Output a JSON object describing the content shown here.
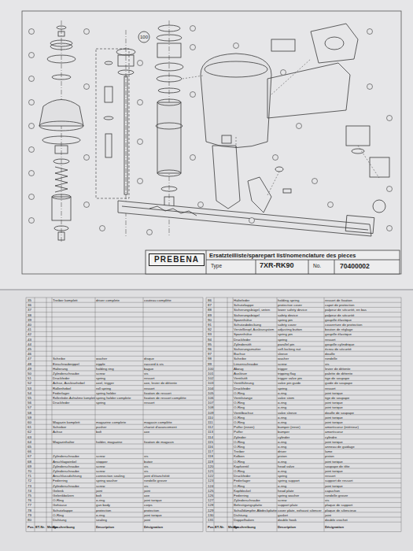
{
  "diagram": {
    "title": "Ersatzteilliste/sparepart list/nomenclature des pieces",
    "nodes": [
      {
        "text": [
          "PREBENA"
        ]
      }
    ],
    "labels": [
      "Type",
      "7XR-RK90",
      "No.",
      "70400002",
      "100",
      "35",
      "Treiber komplett",
      "driver complete",
      "couteau complète",
      "36",
      "37",
      "38",
      "39",
      "40",
      "41",
      "42",
      "43",
      "44",
      "45",
      "46",
      "47",
      "Scheibe",
      "washer",
      "disque",
      "48",
      "Einschraubnippel",
      "nipple",
      "raccord à vis",
      "49",
      "Halterung",
      "holding ring",
      "bague",
      "50",
      "Zylinderschraube",
      "screw",
      "vis",
      "51",
      "Druckfeder",
      "spring",
      "ressort",
      "52",
      "Achse, Auslösehebel",
      "axel, trigger",
      "axe, levier de détente",
      "53",
      "Rollenhebel",
      "roll spring",
      "ressort",
      "54",
      "Federlager",
      "spring holder",
      "fixation de ressort",
      "55",
      "Rollenfeder-Aufnahme komplett",
      "spring holder complete",
      "fixation de ressort complète",
      "56",
      "Druckfeder",
      "spring",
      "ressort",
      "57",
      "58",
      "59",
      "60",
      "Magazin komplett",
      "magazine complete",
      "magasin complète",
      "61",
      "Schieber",
      "pusher",
      "chariot d'avancement",
      "62",
      "Achse",
      "bolt",
      "axe",
      "63",
      "64",
      "Magazinhalter",
      "holder, magazine",
      "fixation de magasin",
      "65",
      "66",
      "67",
      "Zylinderschraube",
      "screw",
      "vis",
      "68",
      "Anschlagwinkel",
      "stopper",
      "butoir",
      "69",
      "Zylinderschraube",
      "screw",
      "vis",
      "70",
      "Zylinderschraube",
      "screw",
      "vis",
      "71",
      "Anschlussdichtung",
      "connection sealing",
      "joint d'étanchéité",
      "72",
      "Federring",
      "spring washer",
      "rondelle grover",
      "73",
      "Zylinderschraube",
      "screw",
      "vis",
      "74",
      "Gelenk",
      "joint",
      "joint",
      "75",
      "Gelenkbolzen",
      "bolt",
      "axe",
      "76",
      "O-Ring",
      "o-ring",
      "joint torique",
      "77",
      "Gehäuse",
      "gun body",
      "corps",
      "78",
      "Schutzkappe",
      "protection",
      "protection",
      "79",
      "O-Ring",
      "o-ring",
      "joint torique",
      "80",
      "Dichtung",
      "sealing",
      "joint",
      "86",
      "Haltefeder",
      "holding spring",
      "ressort de fixation",
      "87",
      "Schutzkappe",
      "protective cover",
      "capot de protection",
      "88",
      "Sicherungsbügel, unten",
      "lower safety device",
      "palpeur de sécurité, en bas",
      "89",
      "Sicherungsbügel",
      "safety device",
      "palpeur de sécurité",
      "90",
      "Spannhülse",
      "spring pin",
      "goupille élastique",
      "91",
      "Schutzabdeckung",
      "safety cover",
      "couverture de protection",
      "92",
      "Verstellknopf, Auslösesystem",
      "adjusting button",
      "bouton de réglage",
      "93",
      "Spannhülse",
      "spring pin",
      "goupille élastique",
      "94",
      "Druckfeder",
      "spring",
      "ressort",
      "95",
      "Zylinderstift",
      "parallel pin",
      "goupille cylindrique",
      "96",
      "Sicherungsmutter",
      "self-locking nut",
      "écrou de sécurité",
      "97",
      "Buchse",
      "sleeve",
      "douille",
      "98",
      "Scheibe",
      "washer",
      "rondelle",
      "99",
      "Linsenschraube",
      "screw",
      "vis",
      "100",
      "Abzug",
      "trigger",
      "levier de détente",
      "101",
      "Auslöser",
      "tripping flag",
      "palette de détente",
      "102",
      "Ventilstift",
      "trigger valve pin",
      "tige de soupape",
      "103",
      "Ventilführung",
      "valve pin guide",
      "guide de soupape",
      "104",
      "Druckfeder",
      "spring",
      "ressort",
      "105",
      "O-Ring",
      "o-ring",
      "joint torique",
      "106",
      "Ventilstange",
      "valve stem",
      "tige de soupape",
      "107",
      "O-Ring",
      "o-ring",
      "joint torique",
      "108",
      "O-Ring",
      "o-ring",
      "joint torique",
      "109",
      "Ventilbuchse",
      "valve sleeve",
      "douille de soupape",
      "110",
      "O-Ring",
      "o-ring",
      "joint torique",
      "111",
      "O-Ring",
      "o-ring",
      "joint torique",
      "112",
      "Puffer (innen)",
      "bumper (inner)",
      "amortisseur (intérieur)",
      "113",
      "Puffer",
      "bumper",
      "amortisseur",
      "114",
      "Zylinder",
      "cylinder",
      "cylindre",
      "115",
      "O-Ring",
      "o-ring",
      "joint torique",
      "116",
      "O-Ring",
      "o-ring",
      "anneau de guidage",
      "117",
      "Treiber",
      "driver",
      "lame",
      "118",
      "Kolben",
      "piston",
      "piston",
      "119",
      "O-Ring",
      "o-ring",
      "joint torique",
      "120",
      "Kopfventil",
      "head valve",
      "soupape de tête",
      "121",
      "O-Ring",
      "o-ring",
      "joint torique",
      "122",
      "Druckfeder",
      "spring",
      "ressort",
      "123",
      "Federlager",
      "spring support",
      "support de ressort",
      "124",
      "O-Ring",
      "o-ring",
      "joint torique",
      "125",
      "Kopfdeckel",
      "head plate",
      "capuchon",
      "126",
      "Federring",
      "spring washer",
      "rondelle grover",
      "127",
      "Zylinderschraube",
      "screw",
      "vis",
      "128",
      "Befestigungsplatte",
      "support plate",
      "plaque de support",
      "129",
      "Schalldämpfer-Abdeckplatte",
      "cover plate, exhaust silencer",
      "plaque de silencieux",
      "130",
      "Dichtung",
      "gasket",
      "joint",
      "131",
      "Doppelhaken",
      "double hook",
      "double crochet",
      "Pos.",
      "ET-Nr.",
      "Menge",
      "Beschreibung",
      "Description",
      "Désignation",
      "Pos.",
      "ET-Nr.",
      "Menge",
      "Beschreibung",
      "Description",
      "Désignation"
    ]
  }
}
